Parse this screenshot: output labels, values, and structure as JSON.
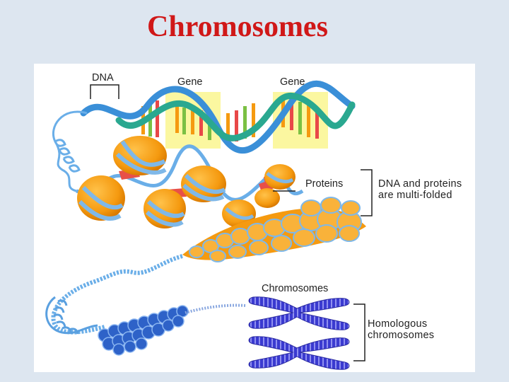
{
  "title": "Chromosomes",
  "diagram": {
    "labels": {
      "dna": "DNA",
      "gene_1": "Gene",
      "gene_2": "Gene",
      "proteins": "Proteins",
      "dna_and_proteins": "DNA and proteins are multi-folded",
      "chromosomes": "Chromosomes",
      "homologous": "Homologous chromosomes"
    },
    "colors": {
      "title": "#d01818",
      "dna_strand_blue": "#3a8fd8",
      "dna_strand_green": "#2aa890",
      "gene_highlight": "#fbf7a0",
      "histone_orange": "#f59a10",
      "histone_stripe": "#7fb8e8",
      "chromosome_blue": "#4a4ad8",
      "protein_red": "#e85048"
    }
  }
}
